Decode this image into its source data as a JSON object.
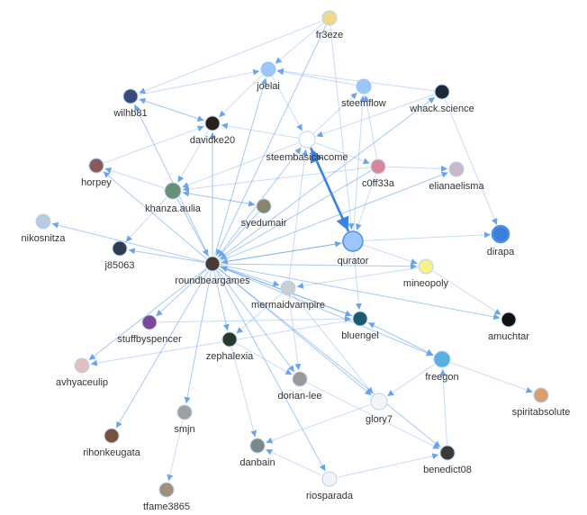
{
  "graph": {
    "accent": "#4a8fe8",
    "edge_color": "#5b9cf0",
    "nodes": [
      {
        "id": "fr3eze",
        "label": "fr3eze",
        "color": "#f2d98a"
      },
      {
        "id": "joelai",
        "label": "joelai",
        "color": "#9cc6fb"
      },
      {
        "id": "steemflow",
        "label": "steemflow",
        "color": "#9cc6fb"
      },
      {
        "id": "whack.science",
        "label": "whack.science",
        "color": "#1e2a38"
      },
      {
        "id": "wilhb81",
        "label": "wilhb81",
        "color": "#3a4a7a"
      },
      {
        "id": "davidke20",
        "label": "davidke20",
        "color": "#2a1f18"
      },
      {
        "id": "steembasicincome",
        "label": "steembasicincome",
        "color": "#ffffff"
      },
      {
        "id": "c0ff33a",
        "label": "c0ff33a",
        "color": "#d9869c"
      },
      {
        "id": "elianaelisma",
        "label": "elianaelisma",
        "color": "#c8b8c8"
      },
      {
        "id": "horpey",
        "label": "horpey",
        "color": "#8a5a5a"
      },
      {
        "id": "khanza.aulia",
        "label": "khanza.aulia",
        "color": "#6c8f7a"
      },
      {
        "id": "syedumair",
        "label": "syedumair",
        "color": "#8a8470"
      },
      {
        "id": "nikosnitza",
        "label": "nikosnitza",
        "color": "#b8cce0"
      },
      {
        "id": "j85063",
        "label": "j85063",
        "color": "#2e3e4e"
      },
      {
        "id": "qurator",
        "label": "qurator",
        "color": "#9cc6fb"
      },
      {
        "id": "dirapa",
        "label": "dirapa",
        "color": "#3a7fd8"
      },
      {
        "id": "mineopoly",
        "label": "mineopoly",
        "color": "#f6f08a"
      },
      {
        "id": "roundbeargames",
        "label": "roundbeargames",
        "color": "#4a3a34"
      },
      {
        "id": "mermaidvampire",
        "label": "mermaidvampire",
        "color": "#c8d0d4"
      },
      {
        "id": "stuffbyspencer",
        "label": "stuffbyspencer",
        "color": "#7a4a9a"
      },
      {
        "id": "bluengel",
        "label": "bluengel",
        "color": "#1e5a6e"
      },
      {
        "id": "amuchtar",
        "label": "amuchtar",
        "color": "#111111"
      },
      {
        "id": "zephalexia",
        "label": "zephalexia",
        "color": "#2a3a2a"
      },
      {
        "id": "avhyaceulip",
        "label": "avhyaceulip",
        "color": "#e0c0c0"
      },
      {
        "id": "freegon",
        "label": "freegon",
        "color": "#5ab0e0"
      },
      {
        "id": "spiritabsolute",
        "label": "spiritabsolute",
        "color": "#d8a070"
      },
      {
        "id": "dorian-lee",
        "label": "dorian-lee",
        "color": "#9a9a9a"
      },
      {
        "id": "glory7",
        "label": "glory7",
        "color": "#f4f4f4"
      },
      {
        "id": "smjn",
        "label": "smjn",
        "color": "#a0a0a0"
      },
      {
        "id": "rihonkeugata",
        "label": "rihonkeugata",
        "color": "#7a5040"
      },
      {
        "id": "danbain",
        "label": "danbain",
        "color": "#7a8a8a"
      },
      {
        "id": "benedict08",
        "label": "benedict08",
        "color": "#3a3a3a"
      },
      {
        "id": "riosparada",
        "label": "riosparada",
        "color": "#f0f4f8"
      },
      {
        "id": "tfame3865",
        "label": "tfame3865",
        "color": "#a09080"
      }
    ],
    "edges": [
      [
        "wilhb81",
        "joelai"
      ],
      [
        "fr3eze",
        "wilhb81"
      ],
      [
        "wilhb81",
        "davidke20"
      ],
      [
        "davidke20",
        "wilhb81"
      ],
      [
        "roundbeargames",
        "wilhb81"
      ],
      [
        "joelai",
        "davidke20"
      ],
      [
        "roundbeargames",
        "joelai"
      ],
      [
        "joelai",
        "steembasicincome"
      ],
      [
        "steemflow",
        "joelai"
      ],
      [
        "whack.science",
        "joelai"
      ],
      [
        "steembasicincome",
        "steemflow"
      ],
      [
        "qurator",
        "steemflow"
      ],
      [
        "c0ff33a",
        "steemflow"
      ],
      [
        "whack.science",
        "steembasicincome"
      ],
      [
        "roundbeargames",
        "whack.science"
      ],
      [
        "whack.science",
        "dirapa"
      ],
      [
        "fr3eze",
        "qurator"
      ],
      [
        "fr3eze",
        "roundbeargames"
      ],
      [
        "fr3eze",
        "joelai"
      ],
      [
        "steembasicincome",
        "davidke20"
      ],
      [
        "steembasicincome",
        "khanza.aulia"
      ],
      [
        "steembasicincome",
        "c0ff33a"
      ],
      [
        "qurator",
        "steembasicincome"
      ],
      [
        "steembasicincome",
        "qurator"
      ],
      [
        "roundbeargames",
        "steembasicincome"
      ],
      [
        "mermaidvampire",
        "steembasicincome"
      ],
      [
        "davidke20",
        "khanza.aulia"
      ],
      [
        "roundbeargames",
        "davidke20"
      ],
      [
        "horpey",
        "davidke20"
      ],
      [
        "khanza.aulia",
        "horpey"
      ],
      [
        "roundbeargames",
        "horpey"
      ],
      [
        "khanza.aulia",
        "syedumair"
      ],
      [
        "syedumair",
        "khanza.aulia"
      ],
      [
        "khanza.aulia",
        "roundbeargames"
      ],
      [
        "c0ff33a",
        "khanza.aulia"
      ],
      [
        "c0ff33a",
        "elianaelisma"
      ],
      [
        "roundbeargames",
        "elianaelisma"
      ],
      [
        "c0ff33a",
        "qurator"
      ],
      [
        "c0ff33a",
        "roundbeargames"
      ],
      [
        "roundbeargames",
        "nikosnitza"
      ],
      [
        "roundbeargames",
        "j85063"
      ],
      [
        "khanza.aulia",
        "j85063"
      ],
      [
        "qurator",
        "dirapa"
      ],
      [
        "roundbeargames",
        "qurator"
      ],
      [
        "qurator",
        "mineopoly"
      ],
      [
        "qurator",
        "roundbeargames"
      ],
      [
        "qurator",
        "bluengel"
      ],
      [
        "roundbeargames",
        "mineopoly"
      ],
      [
        "mineopoly",
        "mermaidvampire"
      ],
      [
        "roundbeargames",
        "amuchtar"
      ],
      [
        "mineopoly",
        "amuchtar"
      ],
      [
        "roundbeargames",
        "stuffbyspencer"
      ],
      [
        "roundbeargames",
        "avhyaceulip"
      ],
      [
        "bluengel",
        "avhyaceulip"
      ],
      [
        "roundbeargames",
        "zephalexia"
      ],
      [
        "mermaidvampire",
        "zephalexia"
      ],
      [
        "roundbeargames",
        "mermaidvampire"
      ],
      [
        "roundbeargames",
        "bluengel"
      ],
      [
        "bluengel",
        "roundbeargames"
      ],
      [
        "roundbeargames",
        "freegon"
      ],
      [
        "bluengel",
        "freegon"
      ],
      [
        "freegon",
        "bluengel"
      ],
      [
        "freegon",
        "spiritabsolute"
      ],
      [
        "freegon",
        "glory7"
      ],
      [
        "benedict08",
        "freegon"
      ],
      [
        "roundbeargames",
        "dorian-lee"
      ],
      [
        "zephalexia",
        "dorian-lee"
      ],
      [
        "roundbeargames",
        "glory7"
      ],
      [
        "mermaidvampire",
        "glory7"
      ],
      [
        "dorian-lee",
        "benedict08"
      ],
      [
        "roundbeargames",
        "benedict08"
      ],
      [
        "roundbeargames",
        "rihonkeugata"
      ],
      [
        "smjn",
        "tfame3865"
      ],
      [
        "roundbeargames",
        "smjn"
      ],
      [
        "zephalexia",
        "danbain"
      ],
      [
        "glory7",
        "danbain"
      ],
      [
        "riosparada",
        "danbain"
      ],
      [
        "riosparada",
        "benedict08"
      ],
      [
        "roundbeargames",
        "riosparada"
      ],
      [
        "mermaidvampire",
        "dorian-lee"
      ],
      [
        "stuffbyspencer",
        "bluengel"
      ],
      [
        "syedumair",
        "roundbeargames"
      ]
    ]
  }
}
